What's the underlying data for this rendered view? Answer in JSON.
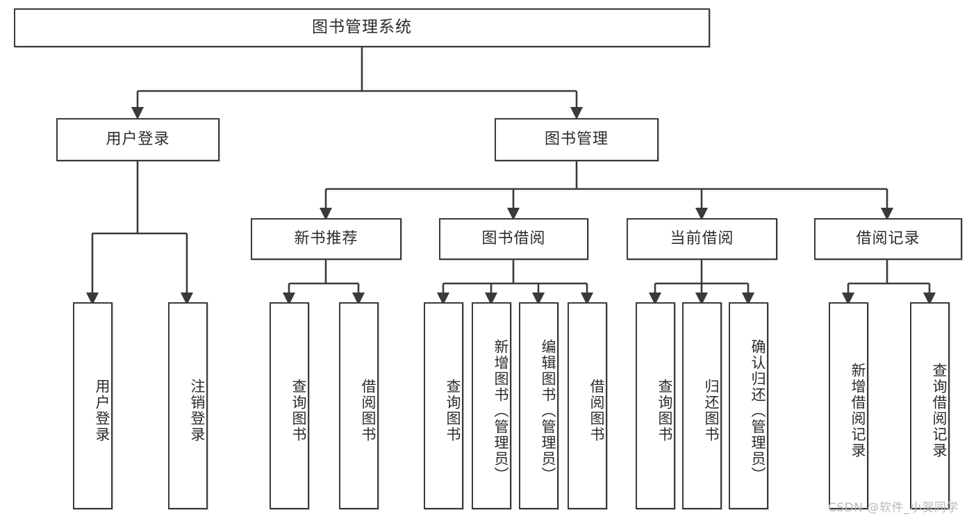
{
  "diagram": {
    "title": "图书管理系统",
    "type": "tree-hierarchy-chart",
    "orientation": "top-down",
    "colors": {
      "box_border": "#3a3a3a",
      "box_fill": "#ffffff",
      "edge": "#3a3a3a",
      "text": "#2b2b2b",
      "watermark": "#b9b9b9",
      "background": "#ffffff"
    },
    "watermark": "CSDN @软件_小贺同学"
  },
  "nodes": {
    "root": {
      "label": "图书管理系统"
    },
    "level2": [
      {
        "id": "user-login",
        "label": "用户登录"
      },
      {
        "id": "book-manage",
        "label": "图书管理"
      }
    ],
    "level3": [
      {
        "id": "new-book-recommend",
        "label": "新书推荐"
      },
      {
        "id": "book-borrow",
        "label": "图书借阅"
      },
      {
        "id": "current-borrow",
        "label": "当前借阅"
      },
      {
        "id": "borrow-record",
        "label": "借阅记录"
      }
    ],
    "leaves": [
      {
        "id": "leaf-user-login",
        "label": "用户登录",
        "parent": "user-login"
      },
      {
        "id": "leaf-logout-login",
        "label": "注销登录",
        "parent": "user-login"
      },
      {
        "id": "leaf-query-book-1",
        "label": "查询图书",
        "parent": "new-book-recommend"
      },
      {
        "id": "leaf-borrow-book-1",
        "label": "借阅图书",
        "parent": "new-book-recommend"
      },
      {
        "id": "leaf-query-book-2",
        "label": "查询图书",
        "parent": "book-borrow"
      },
      {
        "id": "leaf-add-book",
        "label": "新增图书（管理员）",
        "parent": "book-borrow"
      },
      {
        "id": "leaf-edit-book",
        "label": "编辑图书（管理员）",
        "parent": "book-borrow"
      },
      {
        "id": "leaf-borrow-book-2",
        "label": "借阅图书",
        "parent": "book-borrow"
      },
      {
        "id": "leaf-query-book-3",
        "label": "查询图书",
        "parent": "current-borrow"
      },
      {
        "id": "leaf-return-book",
        "label": "归还图书",
        "parent": "current-borrow"
      },
      {
        "id": "leaf-confirm-return",
        "label": "确认归还（管理员）",
        "parent": "current-borrow"
      },
      {
        "id": "leaf-add-record",
        "label": "新增借阅记录",
        "parent": "borrow-record"
      },
      {
        "id": "leaf-query-record",
        "label": "查询借阅记录",
        "parent": "borrow-record"
      }
    ]
  },
  "chart_data": {
    "type": "table",
    "title": "图书管理系统",
    "categories": [
      "用户登录",
      "图书管理"
    ],
    "series": [
      {
        "name": "用户登录",
        "values": [
          "用户登录",
          "注销登录"
        ]
      },
      {
        "name": "新书推荐",
        "values": [
          "查询图书",
          "借阅图书"
        ]
      },
      {
        "name": "图书借阅",
        "values": [
          "查询图书",
          "新增图书（管理员）",
          "编辑图书（管理员）",
          "借阅图书"
        ]
      },
      {
        "name": "当前借阅",
        "values": [
          "查询图书",
          "归还图书",
          "确认归还（管理员）"
        ]
      },
      {
        "name": "借阅记录",
        "values": [
          "新增借阅记录",
          "查询借阅记录"
        ]
      }
    ]
  }
}
